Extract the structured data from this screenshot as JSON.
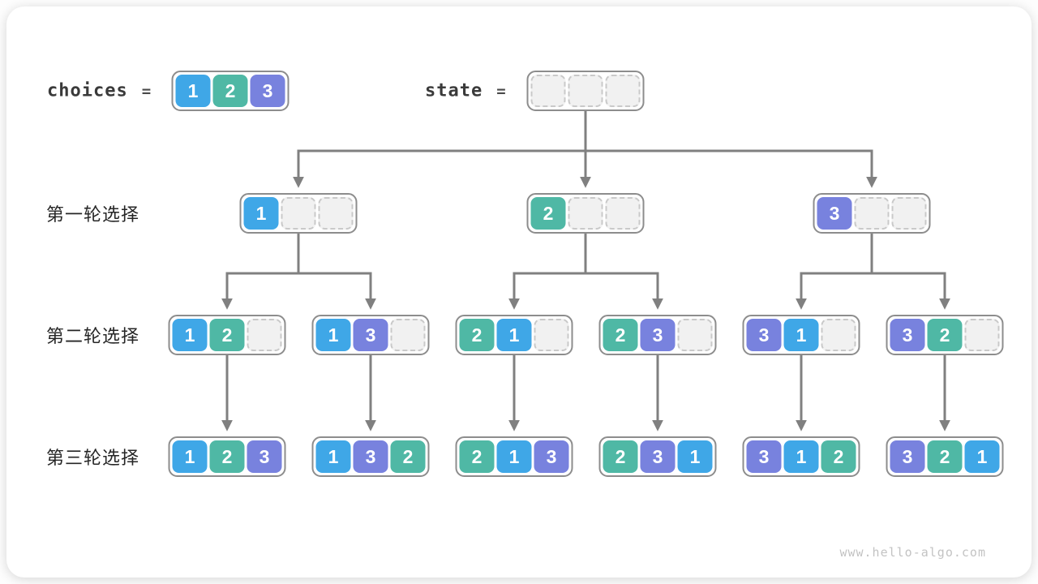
{
  "top": {
    "choices_label": "choices",
    "equals": "=",
    "choices_values": [
      1,
      2,
      3
    ],
    "state_label": "state",
    "state_values": [
      null,
      null,
      null
    ]
  },
  "rows": [
    {
      "label": "第一轮选择",
      "arrays": [
        [
          1,
          null,
          null
        ],
        [
          2,
          null,
          null
        ],
        [
          3,
          null,
          null
        ]
      ]
    },
    {
      "label": "第二轮选择",
      "arrays": [
        [
          1,
          2,
          null
        ],
        [
          1,
          3,
          null
        ],
        [
          2,
          1,
          null
        ],
        [
          2,
          3,
          null
        ],
        [
          3,
          1,
          null
        ],
        [
          3,
          2,
          null
        ]
      ]
    },
    {
      "label": "第三轮选择",
      "arrays": [
        [
          1,
          2,
          3
        ],
        [
          1,
          3,
          2
        ],
        [
          2,
          1,
          3
        ],
        [
          2,
          3,
          1
        ],
        [
          3,
          1,
          2
        ],
        [
          3,
          2,
          1
        ]
      ]
    }
  ],
  "colors": {
    "value1": "#3fa7e7",
    "value2": "#4fb8a5",
    "value3": "#7882de",
    "empty_fill": "#f1f1f1",
    "empty_border": "#c9c9c9",
    "connector": "#808080",
    "box_border": "#8d8d8d"
  },
  "watermark": "www.hello-algo.com"
}
